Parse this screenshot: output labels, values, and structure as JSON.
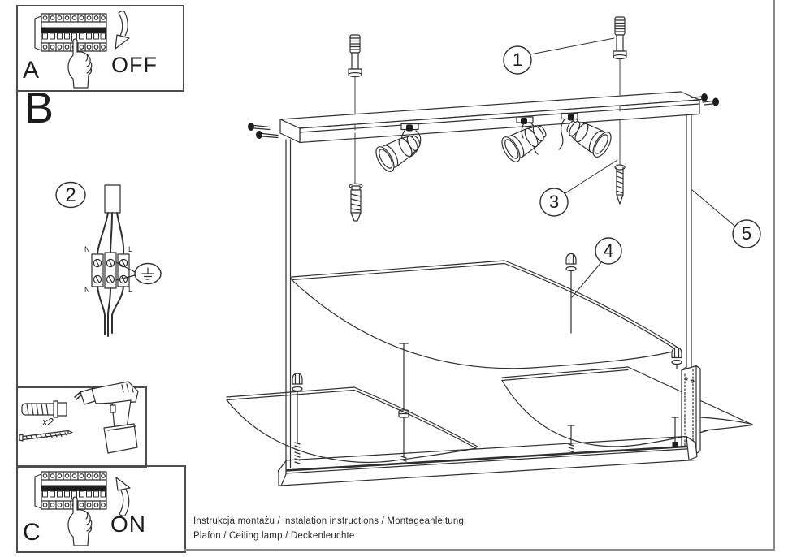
{
  "panel_a": {
    "label": "A",
    "state_label": "OFF"
  },
  "panel_b": {
    "label": "B",
    "terminals": {
      "top_left": "N",
      "top_right": "L",
      "bottom_left": "N",
      "bottom_right": "L"
    }
  },
  "tools_panel": {
    "quantity_label": "x2"
  },
  "panel_c": {
    "label": "C",
    "state_label": "ON"
  },
  "callouts": {
    "part1": "1",
    "part2": "2",
    "part3": "3",
    "part4": "4",
    "part5": "5"
  },
  "footer": {
    "line1": "Instrukcja montażu / instalation instructions / Montageanleitung",
    "line2": "Plafon / Ceiling lamp / Deckenleuchte"
  },
  "colors": {
    "line": "#2f2f2f",
    "panel_border": "#4d4d4d",
    "page_border": "#8a8a8a",
    "background": "#ffffff"
  }
}
